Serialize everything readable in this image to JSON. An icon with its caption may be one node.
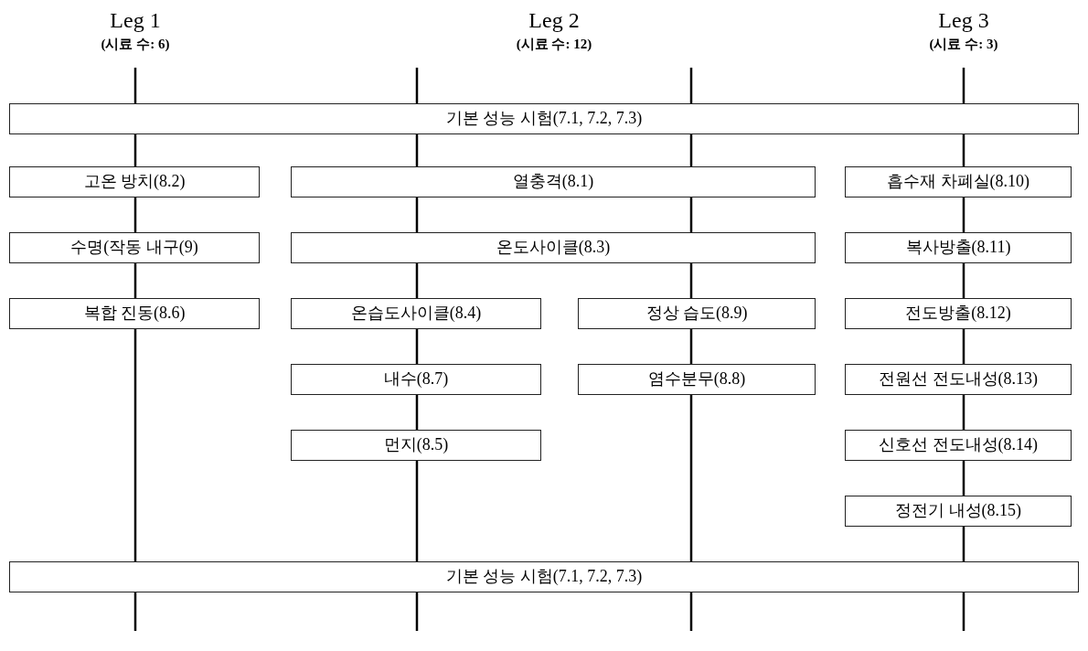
{
  "diagram": {
    "nodes": [
      {
        "text": [
          "Leg 1",
          "(시료 수: 6)"
        ]
      },
      {
        "text": [
          "Leg 2",
          "(시료 수: 12)"
        ]
      },
      {
        "text": [
          "Leg 3",
          "(시료 수: 3)"
        ]
      },
      {
        "text": [
          "기본 성능 시험(7.1, 7.2, 7.3)"
        ]
      },
      {
        "text": [
          "고온 방치(8.2)"
        ]
      },
      {
        "text": [
          "열충격(8.1)"
        ]
      },
      {
        "text": [
          "흡수재 차폐실(8.10)"
        ]
      },
      {
        "text": [
          "수명(작동 내구(9)"
        ]
      },
      {
        "text": [
          "온도사이클(8.3)"
        ]
      },
      {
        "text": [
          "복사방출(8.11)"
        ]
      },
      {
        "text": [
          "복합 진동(8.6)"
        ]
      },
      {
        "text": [
          "온습도사이클(8.4)"
        ]
      },
      {
        "text": [
          "정상 습도(8.9)"
        ]
      },
      {
        "text": [
          "전도방출(8.12)"
        ]
      },
      {
        "text": [
          "내수(8.7)"
        ]
      },
      {
        "text": [
          "염수분무(8.8)"
        ]
      },
      {
        "text": [
          "전원선 전도내성(8.13)"
        ]
      },
      {
        "text": [
          "먼지(8.5)"
        ]
      },
      {
        "text": [
          "신호선 전도내성(8.14)"
        ]
      },
      {
        "text": [
          "정전기 내성(8.15)"
        ]
      },
      {
        "text": [
          "기본 성능 시험(7.1, 7.2, 7.3)"
        ]
      }
    ],
    "edges": [
      {
        "from": 0,
        "to": 3,
        "arrow": "none"
      },
      {
        "from": 1,
        "to": 3,
        "arrow": "none"
      },
      {
        "from": 1,
        "to": 3,
        "arrow": "none"
      },
      {
        "from": 2,
        "to": 3,
        "arrow": "none"
      },
      {
        "from": 3,
        "to": 4,
        "arrow": "none"
      },
      {
        "from": 3,
        "to": 5,
        "arrow": "none"
      },
      {
        "from": 3,
        "to": 5,
        "arrow": "none"
      },
      {
        "from": 3,
        "to": 6,
        "arrow": "none"
      },
      {
        "from": 4,
        "to": 7,
        "arrow": "none"
      },
      {
        "from": 5,
        "to": 8,
        "arrow": "none"
      },
      {
        "from": 5,
        "to": 8,
        "arrow": "none"
      },
      {
        "from": 6,
        "to": 9,
        "arrow": "none"
      },
      {
        "from": 7,
        "to": 10,
        "arrow": "none"
      },
      {
        "from": 8,
        "to": 11,
        "arrow": "none"
      },
      {
        "from": 8,
        "to": 12,
        "arrow": "none"
      },
      {
        "from": 9,
        "to": 13,
        "arrow": "none"
      },
      {
        "from": 10,
        "to": 20,
        "arrow": "none"
      },
      {
        "from": 11,
        "to": 14,
        "arrow": "none"
      },
      {
        "from": 12,
        "to": 15,
        "arrow": "none"
      },
      {
        "from": 13,
        "to": 16,
        "arrow": "none"
      },
      {
        "from": 14,
        "to": 17,
        "arrow": "none"
      },
      {
        "from": 15,
        "to": 20,
        "arrow": "none"
      },
      {
        "from": 16,
        "to": 18,
        "arrow": "none"
      },
      {
        "from": 17,
        "to": 20,
        "arrow": "none"
      },
      {
        "from": 18,
        "to": 19,
        "arrow": "none"
      },
      {
        "from": 19,
        "to": 20,
        "arrow": "none"
      },
      {
        "from": 20,
        "to": null,
        "arrow": "none"
      },
      {
        "from": 20,
        "to": null,
        "arrow": "none"
      },
      {
        "from": 20,
        "to": null,
        "arrow": "none"
      },
      {
        "from": 20,
        "to": null,
        "arrow": "none"
      }
    ]
  }
}
